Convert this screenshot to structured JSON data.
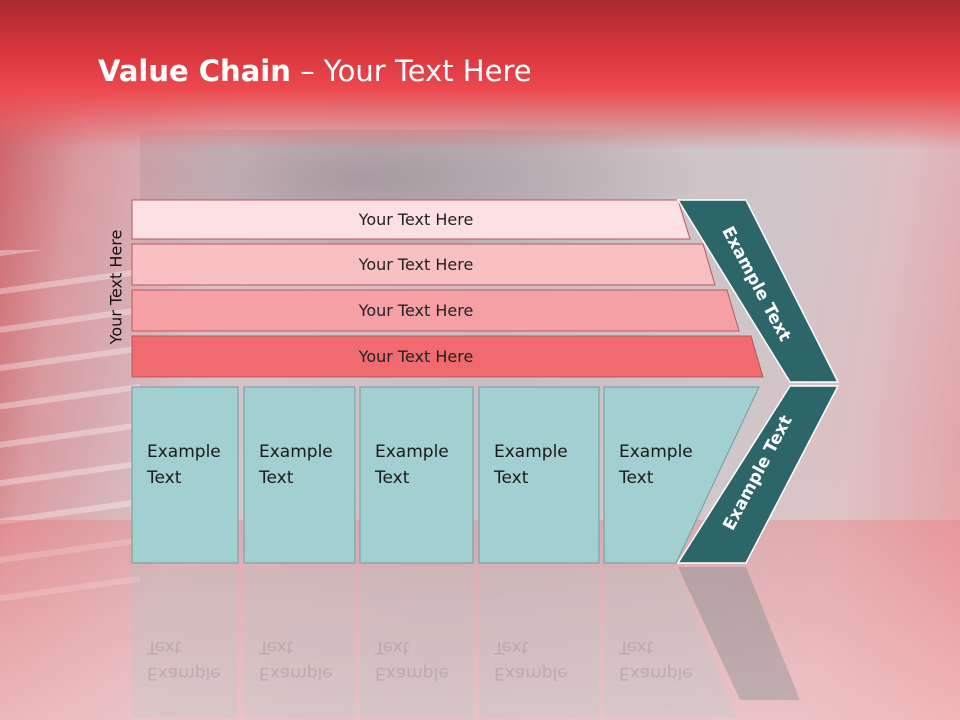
{
  "slide": {
    "title_bold": "Value Chain",
    "title_rest": " – Your Text Here",
    "side_label": "Your Text Here"
  },
  "bars": [
    {
      "label": "Your Text Here",
      "color": "#fde0e3"
    },
    {
      "label": "Your Text Here",
      "color": "#f8c0c3"
    },
    {
      "label": "Your Text Here",
      "color": "#f4a0a4"
    },
    {
      "label": "Your Text Here",
      "color": "#ef6b70"
    }
  ],
  "columns": [
    {
      "label": "Example\nText"
    },
    {
      "label": "Example\nText"
    },
    {
      "label": "Example\nText"
    },
    {
      "label": "Example\nText"
    },
    {
      "label": "Example\nText"
    }
  ],
  "chevrons": {
    "upper": "Example Text",
    "lower": "Example Text",
    "color": "#2d6668"
  },
  "colors": {
    "column_fill": "#a2cfcf",
    "column_stroke": "#6f9e9e",
    "bar_stroke": "#b55a5e"
  }
}
